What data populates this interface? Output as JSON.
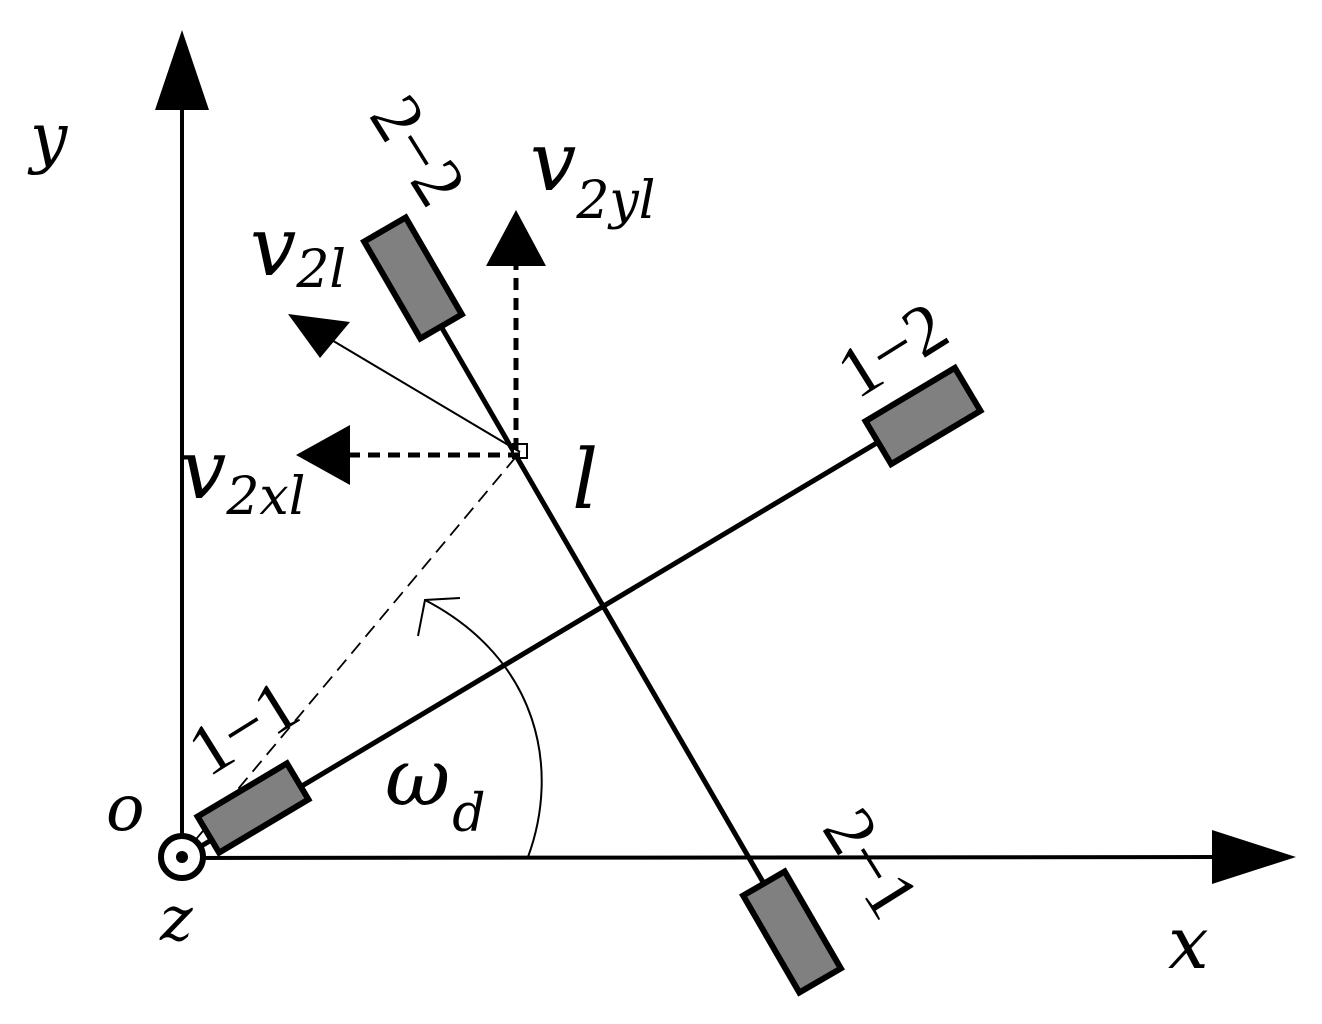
{
  "axes": {
    "x_label": "x",
    "y_label": "y",
    "origin_label": "o",
    "z_label": "z"
  },
  "wheels": {
    "w11": "1−1",
    "w12": "1−2",
    "w21": "2−1",
    "w22": "2−2"
  },
  "point_label": "l",
  "angle": {
    "symbol": "ω",
    "subscript": "d"
  },
  "velocities": {
    "v2l": {
      "symbol": "v",
      "subscript": "2l"
    },
    "v2xl": {
      "symbol": "v",
      "subscript": "2xl"
    },
    "v2yl": {
      "symbol": "v",
      "subscript": "2yl"
    }
  },
  "colors": {
    "line": "#000000",
    "wheel_fill": "#808080",
    "background": "#ffffff"
  }
}
